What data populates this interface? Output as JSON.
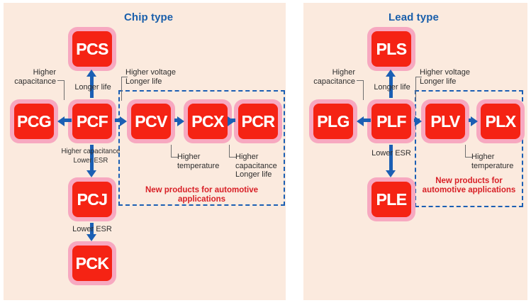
{
  "panels": [
    {
      "id": "chip",
      "title": "Chip type",
      "boxes": [
        {
          "name": "PCG"
        },
        {
          "name": "PCF"
        },
        {
          "name": "PCS"
        },
        {
          "name": "PCV"
        },
        {
          "name": "PCX"
        },
        {
          "name": "PCR"
        },
        {
          "name": "PCJ"
        },
        {
          "name": "PCK"
        }
      ],
      "arrow_labels": {
        "up_from_pcf": "Longer life",
        "down_from_pcf": "Higher capacitance\nLower ESR",
        "down_from_pcj": "Lower ESR"
      },
      "annotations": {
        "left_branch": "Higher\ncapacitance",
        "right_branch": "Higher voltage\nLonger life",
        "pcx_note": "Higher\ntemperature",
        "pcr_note": "Higher\ncapacitance\nLonger life"
      },
      "dashed_caption": "New products for automotive applications"
    },
    {
      "id": "lead",
      "title": "Lead type",
      "boxes": [
        {
          "name": "PLG"
        },
        {
          "name": "PLF"
        },
        {
          "name": "PLS"
        },
        {
          "name": "PLV"
        },
        {
          "name": "PLX"
        },
        {
          "name": "PLE"
        }
      ],
      "arrow_labels": {
        "up_from_plf": "Longer life",
        "down_from_plf": "Lower ESR"
      },
      "annotations": {
        "left_branch": "Higher\ncapacitance",
        "right_branch": "Higher voltage\nLonger life",
        "plx_note": "Higher\ntemperature"
      },
      "dashed_caption": "New products for\nautomotive applications"
    }
  ],
  "colors": {
    "panel_background": "#fbeade",
    "box_fill": "#f52314",
    "box_border": "#f7a8c0",
    "box_text": "#ffffff",
    "title": "#1a5fab",
    "arrow": "#1b5fb4",
    "dashed_border": "#1b5fb4",
    "dashed_caption": "#d81f26",
    "annotation_text": "#2d2d2d",
    "leader_line": "#6f6f6f"
  }
}
